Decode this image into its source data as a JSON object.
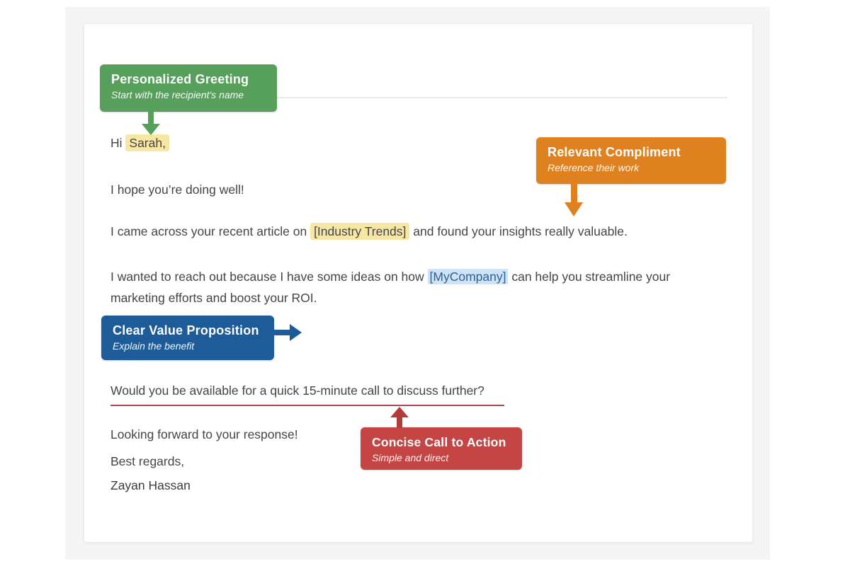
{
  "page": {
    "background": "#ffffff",
    "panel_bg": "#f4f4f5",
    "card_bg": "#ffffff",
    "divider_color": "#e9e9e9"
  },
  "colors": {
    "green": "#56a05c",
    "orange": "#e0811f",
    "blue": "#1d5b99",
    "red": "#c54545",
    "highlight_yellow": "#f8e7a3",
    "highlight_blue_bg": "#cfe3f6",
    "highlight_blue_text": "#2d5f9e",
    "cta_underline": "#aa4b49",
    "body_text": "#454549"
  },
  "callouts": {
    "personalized_greeting": {
      "title": "Personalized Greeting",
      "subtitle": "Start with the recipient's name",
      "arrow": "down"
    },
    "relevant_compliment": {
      "title": "Relevant Compliment",
      "subtitle": "Reference their work",
      "arrow": "down"
    },
    "clear_value_proposition": {
      "title": "Clear Value Proposition",
      "subtitle": "Explain the benefit",
      "arrow": "right"
    },
    "concise_cta": {
      "title": "Concise Call to Action",
      "subtitle": "Simple and direct",
      "arrow": "up"
    }
  },
  "email": {
    "greeting_prefix": "Hi ",
    "greeting_name": "Sarah,",
    "p_hope": "I hope you’re doing well!",
    "p_article_pre": "I came across your recent article on ",
    "p_article_highlight": "[Industry Trends]",
    "p_article_post": " and found your insights really valuable.",
    "p_value_pre": "I wanted to reach out because I have some ideas on how ",
    "p_value_highlight": "[MyCompany]",
    "p_value_post": " can help you streamline your marketing efforts and boost your ROI.",
    "p_cta": "Would you be available for a quick 15-minute call to discuss further?",
    "p_closing": "Looking forward to your response!",
    "p_regards": "Best regards,",
    "p_signature": "Zayan Hassan"
  }
}
